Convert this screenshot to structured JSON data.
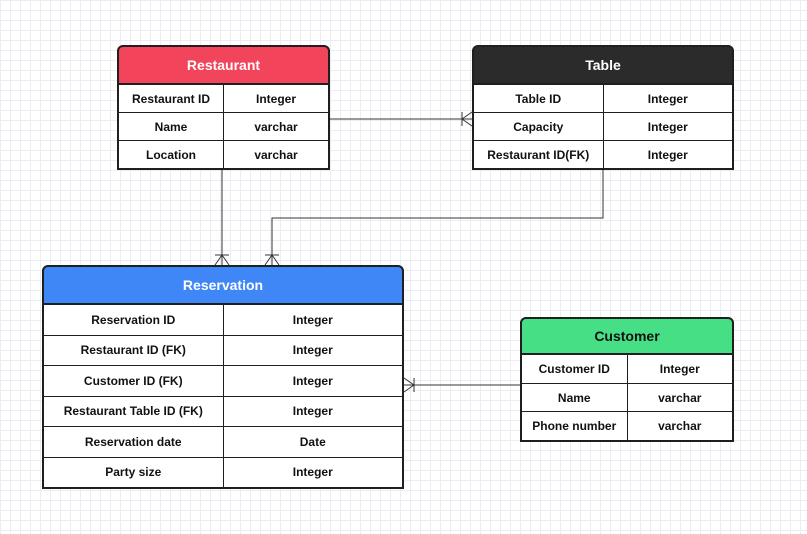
{
  "entities": {
    "restaurant": {
      "title": "Restaurant",
      "header_color": "#f2445a",
      "rows": [
        {
          "field": "Restaurant ID",
          "type": "Integer"
        },
        {
          "field": "Name",
          "type": "varchar"
        },
        {
          "field": "Location",
          "type": "varchar"
        }
      ]
    },
    "table": {
      "title": "Table",
      "header_color": "#2b2b2b",
      "rows": [
        {
          "field": "Table ID",
          "type": "Integer"
        },
        {
          "field": "Capacity",
          "type": "Integer"
        },
        {
          "field": "Restaurant ID(FK)",
          "type": "Integer"
        }
      ]
    },
    "reservation": {
      "title": "Reservation",
      "header_color": "#3f86f7",
      "rows": [
        {
          "field": "Reservation ID",
          "type": "Integer"
        },
        {
          "field": "Restaurant ID (FK)",
          "type": "Integer"
        },
        {
          "field": "Customer ID (FK)",
          "type": "Integer"
        },
        {
          "field": "Restaurant Table ID (FK)",
          "type": "Integer"
        },
        {
          "field": "Reservation date",
          "type": "Date"
        },
        {
          "field": "Party size",
          "type": "Integer"
        }
      ]
    },
    "customer": {
      "title": "Customer",
      "header_color": "#47df85",
      "rows": [
        {
          "field": "Customer ID",
          "type": "Integer"
        },
        {
          "field": "Name",
          "type": "varchar"
        },
        {
          "field": "Phone number",
          "type": "varchar"
        }
      ]
    }
  },
  "colors": {
    "border": "#1f1f1f",
    "connector": "#333333",
    "grid": "#ececf3"
  }
}
